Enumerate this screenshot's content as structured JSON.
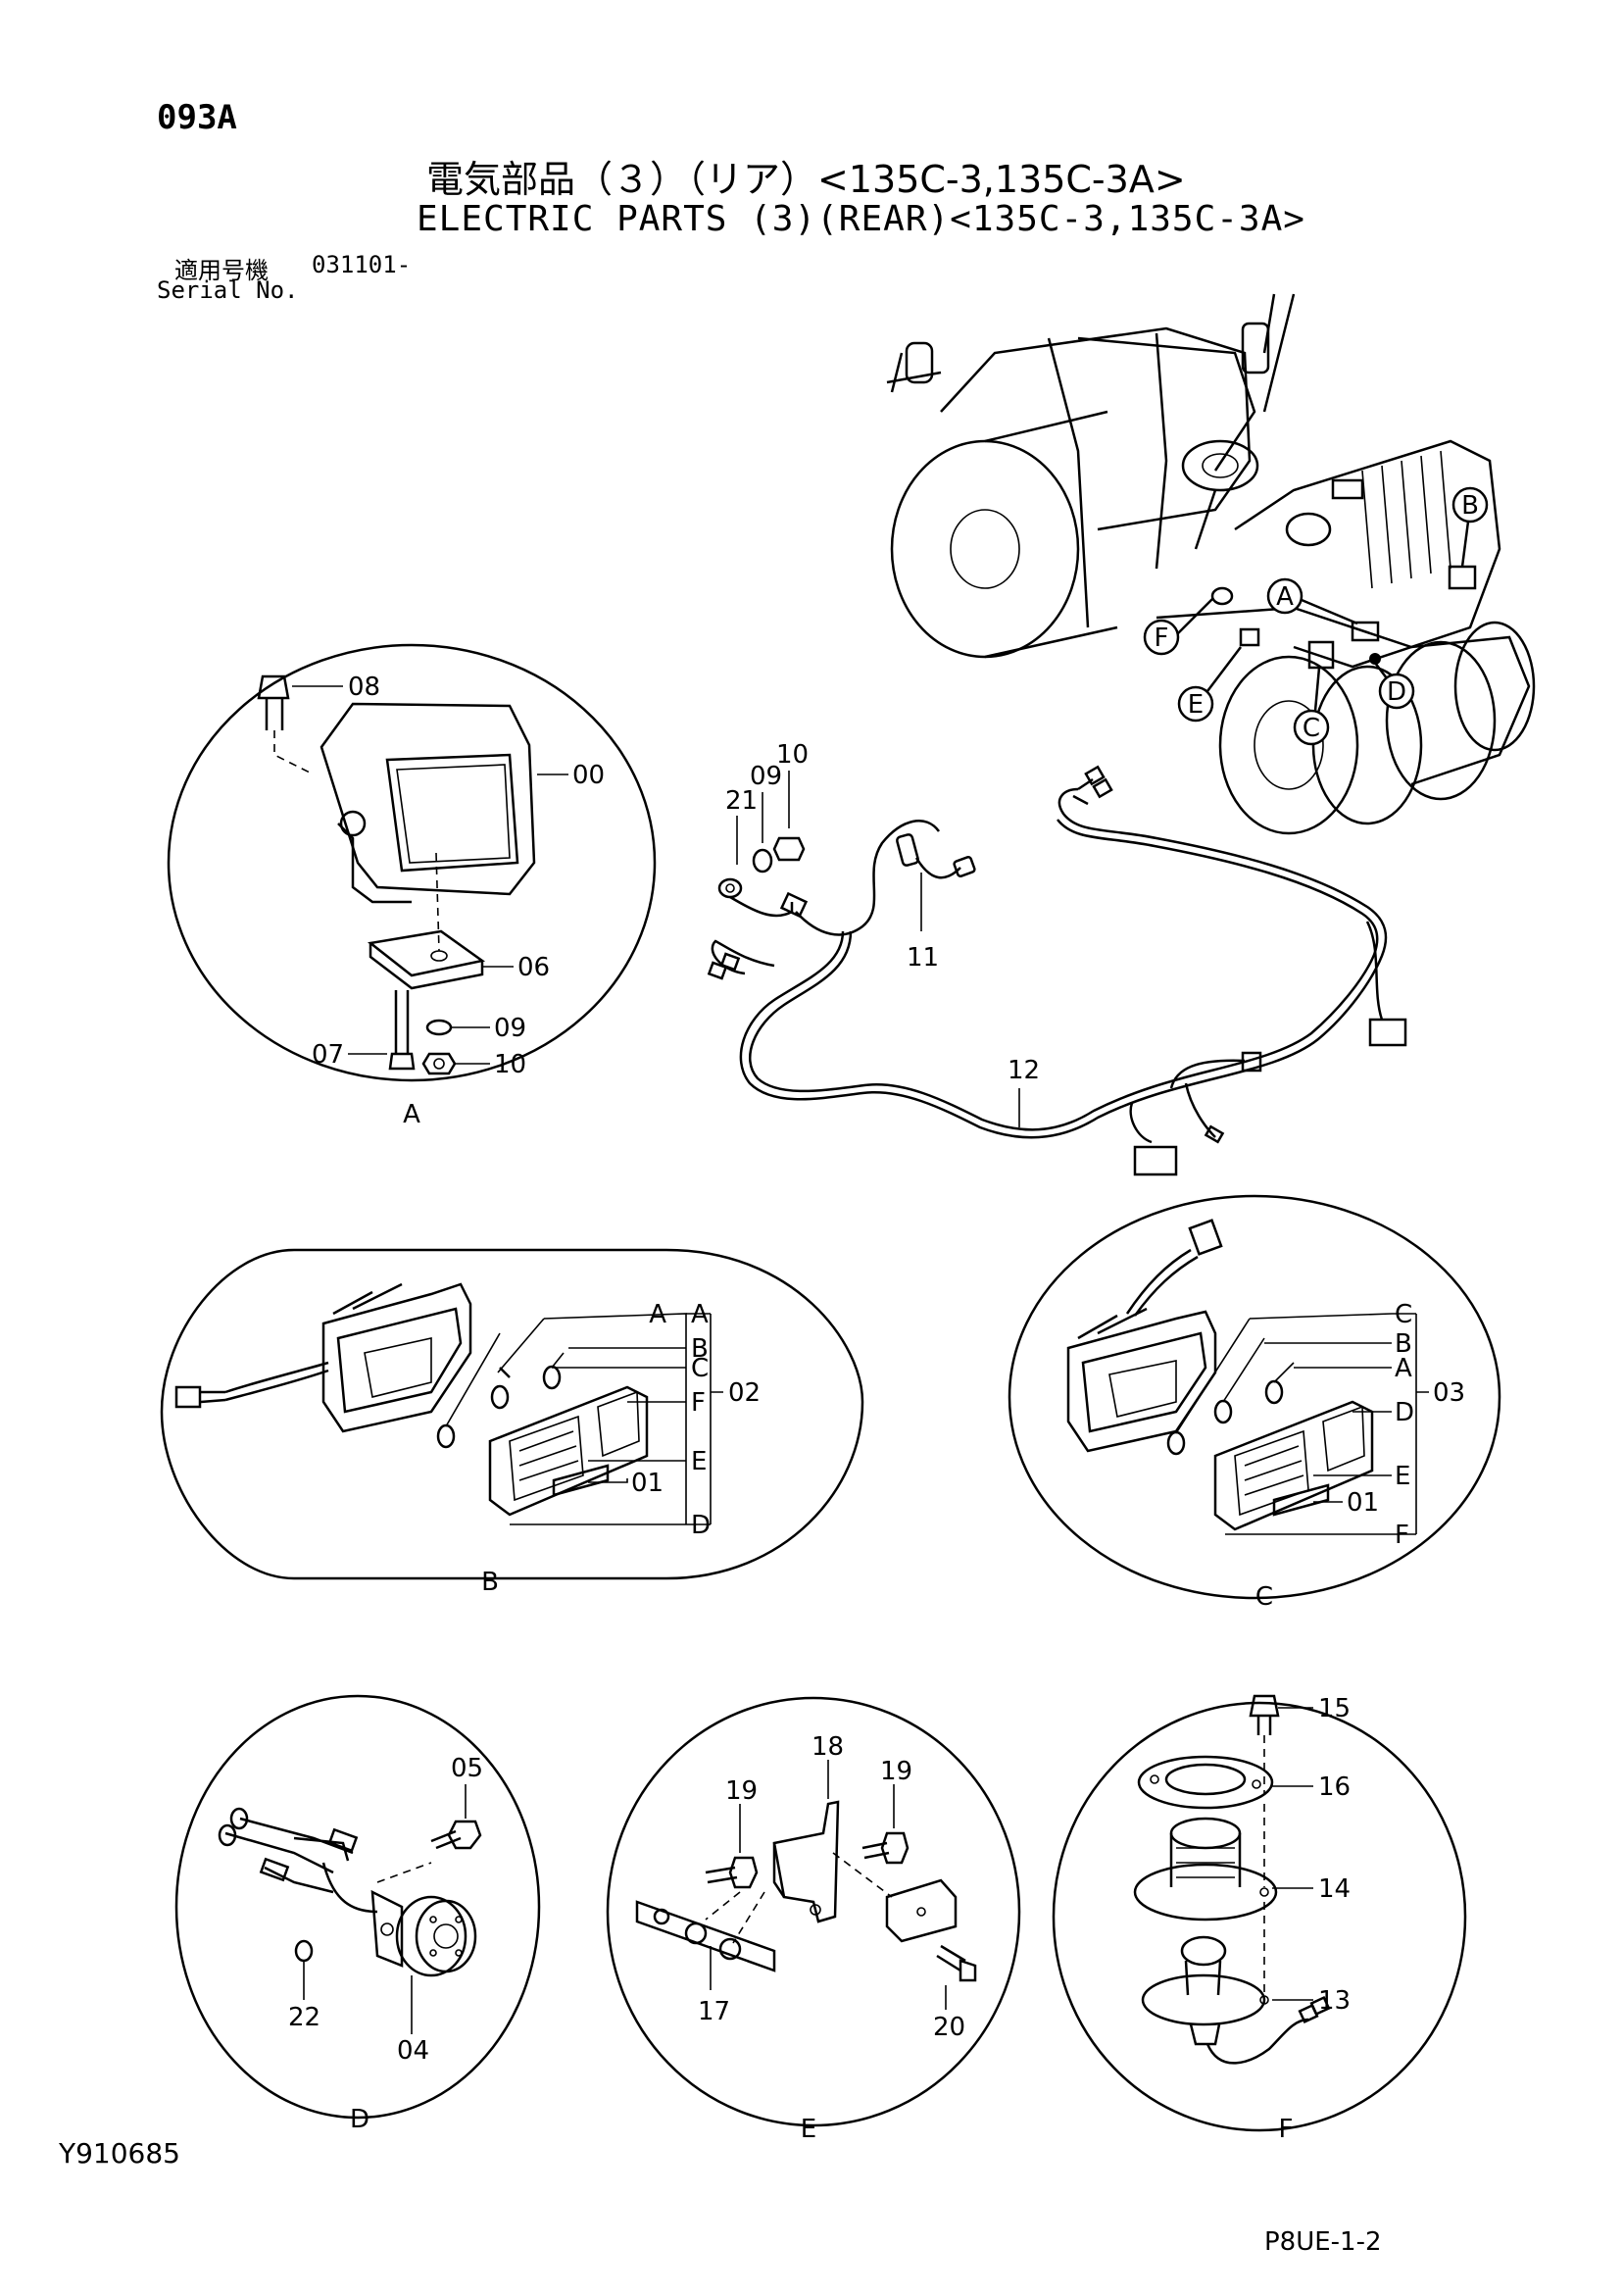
{
  "header": {
    "page_code": "093A",
    "title_jp": "電気部品（３）（リア）<135C-3,135C-3A>",
    "title_en": "ELECTRIC PARTS (3)(REAR)<135C-3,135C-3A>",
    "serial_label_jp": "適用号機",
    "serial_value": "031101-",
    "serial_label_en": "Serial No."
  },
  "footer": {
    "drawing_no": "Y910685",
    "page_ref": "P8UE-1-2"
  },
  "machine_view": {
    "callouts": [
      "A",
      "B",
      "C",
      "D",
      "E",
      "F"
    ]
  },
  "detail_a": {
    "label": "A",
    "parts": [
      "08",
      "00",
      "06",
      "09",
      "07",
      "10"
    ]
  },
  "harness": {
    "parts": [
      "21",
      "09",
      "10",
      "11",
      "12"
    ]
  },
  "detail_b": {
    "label": "B",
    "assembly": "02",
    "letters": [
      "A",
      "B",
      "C",
      "F",
      "E",
      "D"
    ],
    "part": "01"
  },
  "detail_c": {
    "label": "C",
    "assembly": "03",
    "letters": [
      "C",
      "B",
      "A",
      "D",
      "E",
      "F"
    ],
    "part": "01"
  },
  "detail_d": {
    "label": "D",
    "parts": [
      "05",
      "22",
      "04"
    ]
  },
  "detail_e": {
    "label": "E",
    "parts": [
      "19",
      "18",
      "19",
      "17",
      "20"
    ]
  },
  "detail_f": {
    "label": "F",
    "parts": [
      "15",
      "16",
      "14",
      "13"
    ]
  }
}
